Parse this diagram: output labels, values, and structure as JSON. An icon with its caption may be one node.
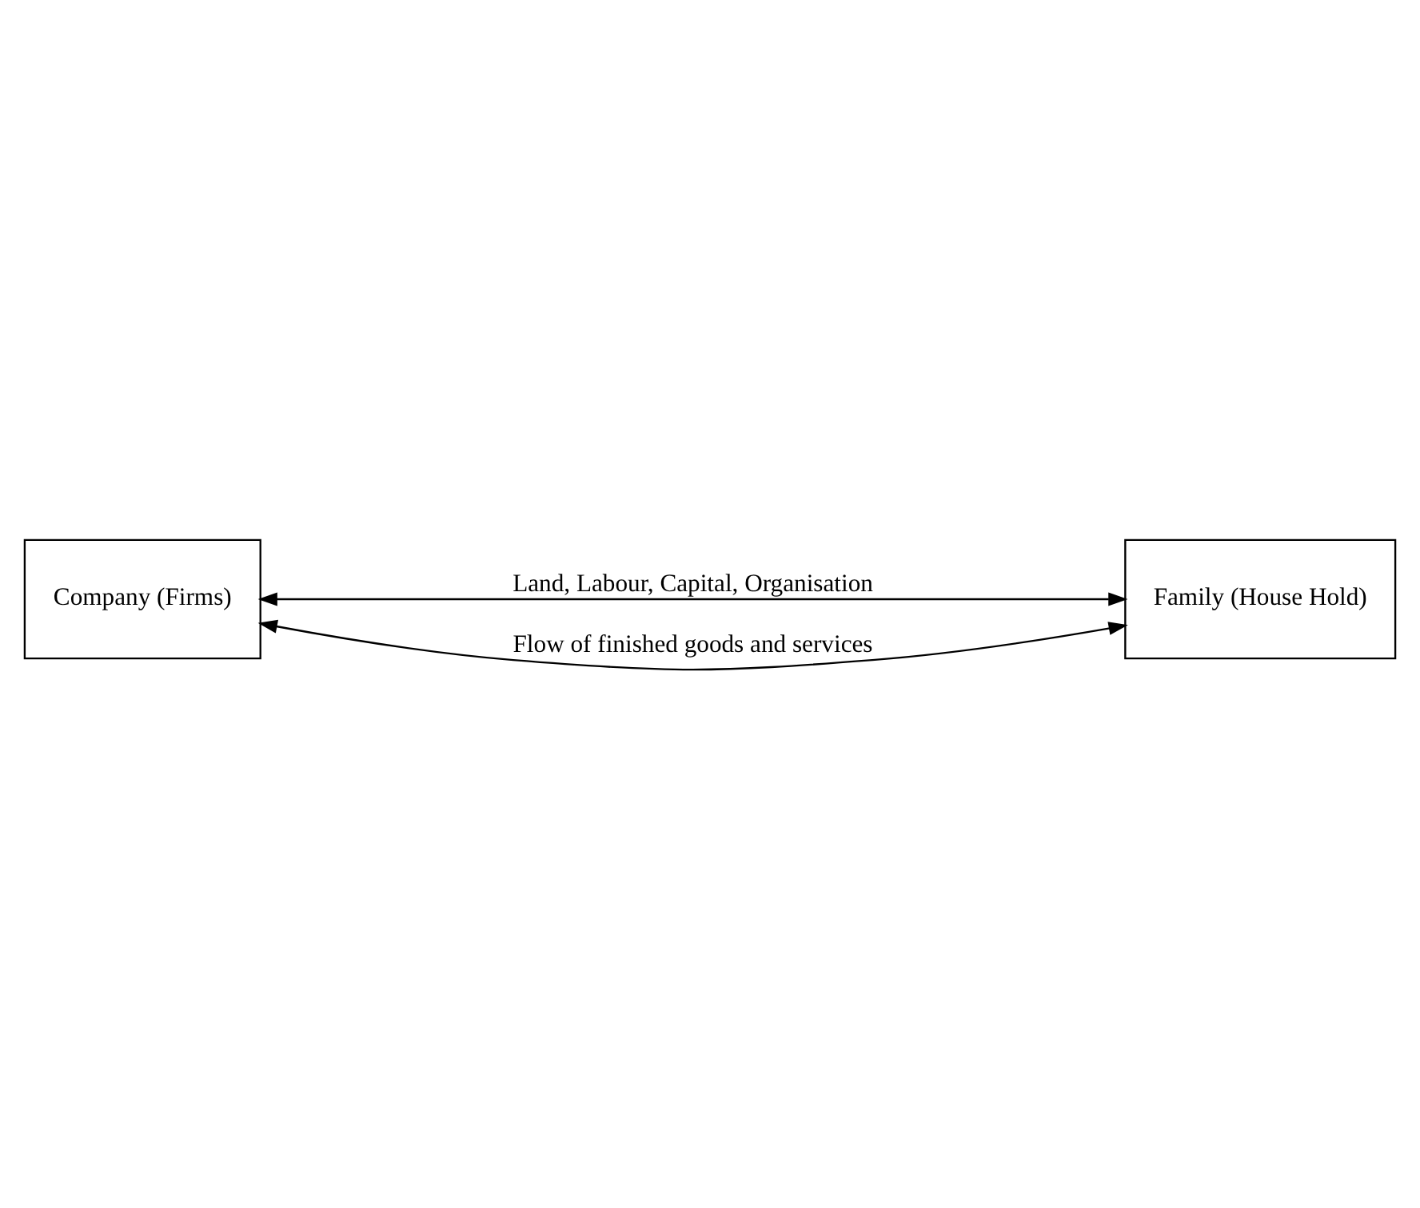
{
  "diagram": {
    "nodes": [
      {
        "text": [
          "Company (Firms)"
        ]
      },
      {
        "text": [
          "Family (House Hold)"
        ]
      }
    ],
    "edges": [
      {
        "from": 0,
        "to": 1,
        "arrow": "both",
        "label": "Land, Labour, Capital, Organisation"
      },
      {
        "from": 0,
        "to": 1,
        "arrow": "both",
        "label": "Flow of finished goods and services"
      }
    ]
  }
}
